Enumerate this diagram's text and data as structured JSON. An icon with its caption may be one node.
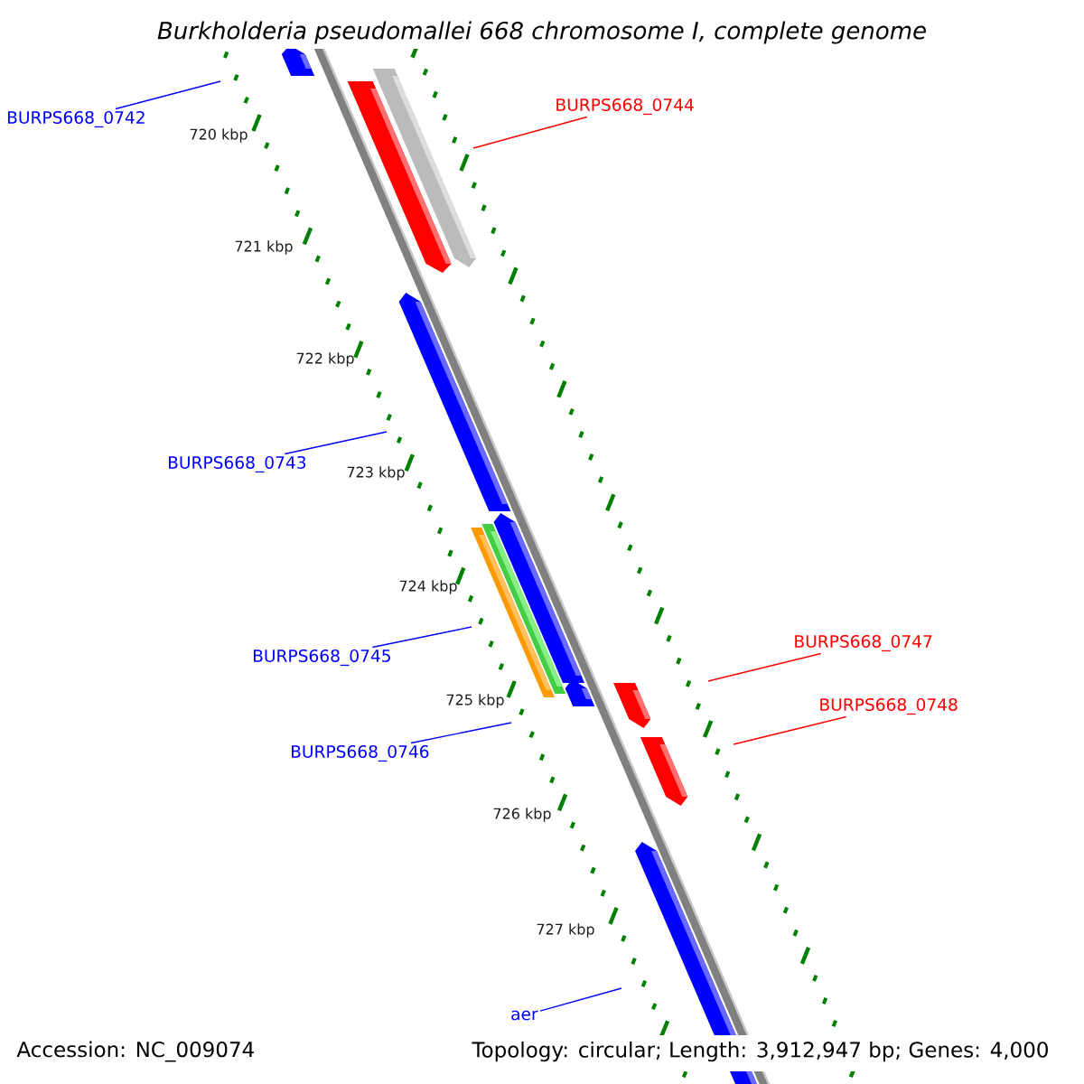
{
  "diagram": {
    "title": "Burkholderia pseudomallei 668 chromosome I, complete genome",
    "nodes": [
      {
        "text": [
          "BURPS668_0742"
        ]
      },
      {
        "text": [
          "BURPS668_0744"
        ]
      },
      {
        "text": [
          "BURPS668_0743"
        ]
      },
      {
        "text": [
          "BURPS668_0747"
        ]
      },
      {
        "text": [
          "BURPS668_0745"
        ]
      },
      {
        "text": [
          "BURPS668_0748"
        ]
      },
      {
        "text": [
          "BURPS668_0746"
        ]
      },
      {
        "text": [
          "aer"
        ]
      }
    ],
    "edges": [
      {
        "from": 0,
        "to": null,
        "arrow": "none"
      },
      {
        "from": 1,
        "to": null,
        "arrow": "none",
        "color": "#ff0000"
      },
      {
        "from": 2,
        "to": null,
        "arrow": "none"
      },
      {
        "from": 3,
        "to": null,
        "arrow": "none",
        "color": "#ff0000"
      },
      {
        "from": 4,
        "to": null,
        "arrow": "none"
      },
      {
        "from": 5,
        "to": null,
        "arrow": "none",
        "color": "#ff0000"
      },
      {
        "from": 6,
        "to": null,
        "arrow": "none"
      },
      {
        "from": 7,
        "to": null,
        "arrow": "none"
      }
    ],
    "labels": [
      "720 kbp",
      "721 kbp",
      "722 kbp",
      "723 kbp",
      "724 kbp",
      "725 kbp",
      "726 kbp",
      "727 kbp",
      "Accession: NC_009074",
      "Topology: circular; Length: 3,912,947 bp; Genes: 4,000"
    ]
  }
}
